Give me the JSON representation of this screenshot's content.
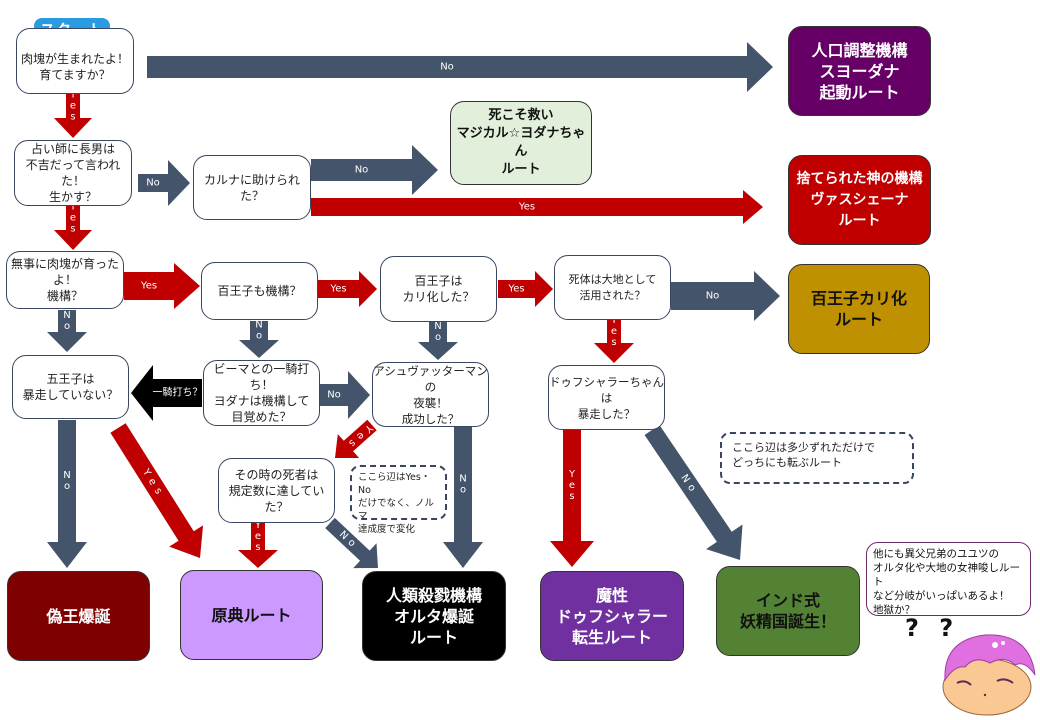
{
  "start_badge": "スタート",
  "nodes": {
    "q_raise": "肉塊が生まれたよ！\n育てますか？",
    "q_fortune": "占い師に長男は\n不吉だって言われた！\n生かす？",
    "q_karna": "カルナに助けられた？",
    "q_grown": "無事に肉塊が育ったよ！\n機構？",
    "q_hundred_mech": "百王子も機構？",
    "q_kali": "百王子は\nカリ化した？",
    "q_earth": "死体は大地として\n活用された？",
    "q_five": "五王子は\n暴走していない？",
    "q_bhima": "ビーマとの一騎打ち！\nヨダナは機構して\n目覚めた？",
    "q_ashwa": "アシュヴァッターマンの\n夜襲！\n成功した？",
    "q_dushala": "ドゥフシャラーちゃんは\n暴走した？",
    "q_dead": "その時の死者は\n規定数に達していた？"
  },
  "endings": {
    "suyodhana": "人口調整機構\nスヨーダナ\n起動ルート",
    "magical": "死こそ救い\nマジカル☆ヨダナちゃん\nルート",
    "vasu": "捨てられた神の機構\nヴァスシェーナ\nルート",
    "kali": "百王子カリ化\nルート",
    "false_king": "偽王爆誕",
    "original": "原典ルート",
    "alter": "人類殺戮機構\nオルタ爆誕\nルート",
    "dushala": "魔性\nドゥフシャラー\n転生ルート",
    "fairy": "インド式\n妖精国誕生！"
  },
  "notes": {
    "quota": "ここら辺はYes・No\nだけでなく、ノルマ\n達成度で変化",
    "shift": "ここら辺は多少ずれただけで\nどっちにも転ぶルート"
  },
  "speech": "他にも異父兄弟のユユツの\nオルタ化や大地の女神唆しルート\nなど分岐がいっぱいあるよ！\n地獄か？",
  "question_marks": "? ?",
  "labels": {
    "yes": "Yes",
    "no": "No",
    "duel": "一騎打ち？"
  },
  "colors": {
    "yes": "#c00000",
    "no": "#44546a",
    "duel": "#000000",
    "suyodhana": "#660066",
    "magical": "#e2efda",
    "vasu": "#c00000",
    "kali": "#bf9000",
    "false_king": "#7f0000",
    "original": "#cc99ff",
    "alter": "#000000",
    "dushala": "#7030a0",
    "fairy": "#548235"
  }
}
